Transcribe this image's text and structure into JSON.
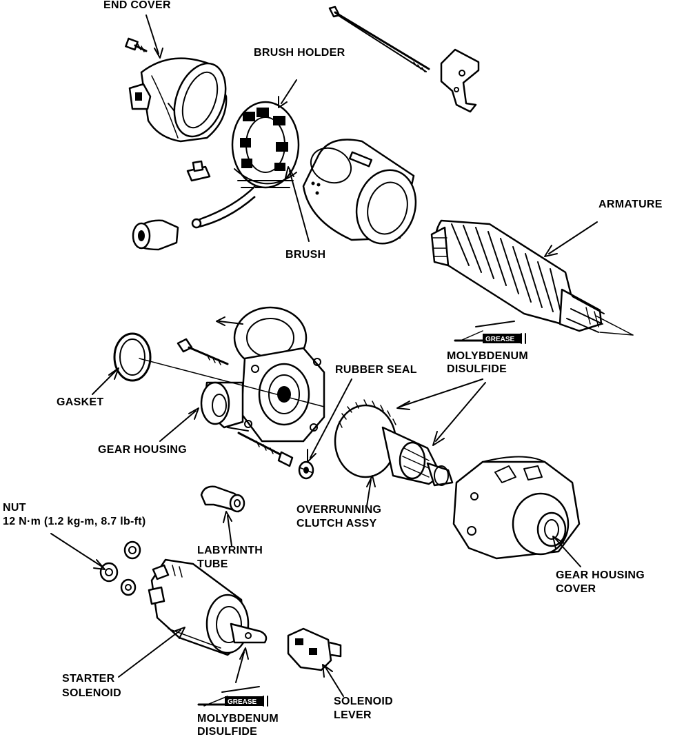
{
  "labels": {
    "end_cover": "END COVER",
    "brush_holder": "BRUSH HOLDER",
    "armature": "ARMATURE",
    "brush": "BRUSH",
    "rubber_seal": "RUBBER SEAL",
    "molybdenum_top_1": "MOLYBDENUM",
    "molybdenum_top_2": "DISULFIDE",
    "gasket": "GASKET",
    "gear_housing": "GEAR HOUSING",
    "nut_1": "NUT",
    "nut_2": "12 N·m (1.2 kg-m, 8.7 lb-ft)",
    "overrunning_1": "OVERRUNNING",
    "overrunning_2": "CLUTCH ASSY",
    "labyrinth_1": "LABYRINTH",
    "labyrinth_2": "TUBE",
    "gear_housing_cover_1": "GEAR HOUSING",
    "gear_housing_cover_2": "COVER",
    "starter_solenoid_1": "STARTER",
    "starter_solenoid_2": "SOLENOID",
    "solenoid_lever_1": "SOLENOID",
    "solenoid_lever_2": "LEVER",
    "molybdenum_bottom_1": "MOLYBDENUM",
    "molybdenum_bottom_2": "DISULFIDE"
  },
  "grease_tags": {
    "top": "GREASE",
    "bottom": "GREASE"
  }
}
